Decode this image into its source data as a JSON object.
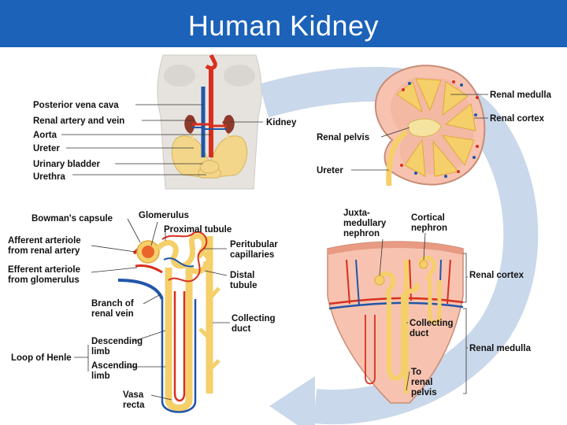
{
  "title": "Human Kidney",
  "colors": {
    "header": "#1b62b8",
    "arrow": "#c9d8ea",
    "artery": "#d8301e",
    "vein": "#2156a8",
    "tubule": "#f5cf6a",
    "tissue": "#f7c3b0",
    "skin": "#e6e3df"
  },
  "labels": {
    "body": {
      "posterior_vena_cava": "Posterior vena cava",
      "renal_artery_vein": "Renal artery and vein",
      "aorta": "Aorta",
      "ureter": "Ureter",
      "urinary_bladder": "Urinary bladder",
      "urethra": "Urethra",
      "kidney": "Kidney"
    },
    "kidney": {
      "renal_medulla": "Renal medulla",
      "renal_cortex": "Renal cortex",
      "renal_pelvis": "Renal pelvis",
      "ureter": "Ureter"
    },
    "nephron": {
      "bowmans_capsule": "Bowman's capsule",
      "glomerulus": "Glomerulus",
      "proximal_tubule": "Proximal tubule",
      "afferent_1": "Afferent arteriole",
      "afferent_2": "from renal artery",
      "peritubular_1": "Peritubular",
      "peritubular_2": "capillaries",
      "efferent_1": "Efferent arteriole",
      "efferent_2": "from glomerulus",
      "distal_1": "Distal",
      "distal_2": "tubule",
      "branch_1": "Branch of",
      "branch_2": "renal vein",
      "collecting_1": "Collecting",
      "collecting_2": "duct",
      "descending_1": "Descending",
      "descending_2": "limb",
      "loop_of_henle": "Loop of Henle",
      "ascending_1": "Ascending",
      "ascending_2": "limb",
      "vasa_1": "Vasa",
      "vasa_2": "recta"
    },
    "section": {
      "juxta_1": "Juxta-",
      "juxta_2": "medullary",
      "juxta_3": "nephron",
      "cortical_1": "Cortical",
      "cortical_2": "nephron",
      "renal_cortex": "Renal cortex",
      "collecting_1": "Collecting",
      "collecting_2": "duct",
      "renal_medulla": "Renal medulla",
      "to_1": "To",
      "to_2": "renal",
      "to_3": "pelvis"
    }
  }
}
